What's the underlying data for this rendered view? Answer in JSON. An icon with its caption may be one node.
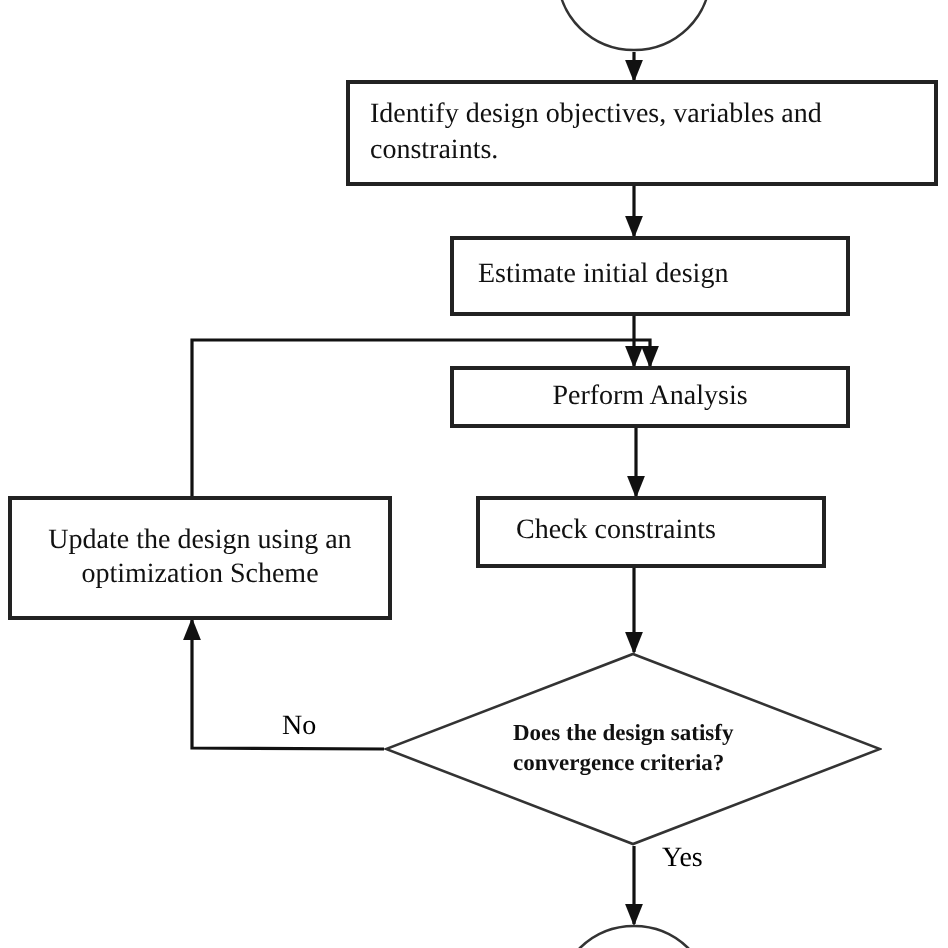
{
  "diagram": {
    "nodes": [
      {
        "text": [],
        "shape": "circle"
      },
      {
        "text": [
          "Identify design objectives, variables and constraints."
        ]
      },
      {
        "text": [
          "Estimate initial design"
        ]
      },
      {
        "text": [
          "Perform Analysis"
        ]
      },
      {
        "text": [
          "Update the design using an optimization Scheme"
        ]
      },
      {
        "text": [
          "Check constraints"
        ]
      },
      {
        "text": [
          "Does the design satisfy convergence criteria?"
        ]
      },
      {
        "text": [],
        "shape": "circle"
      }
    ],
    "edges": [
      {
        "from": 0,
        "to": 1,
        "arrow": "to"
      },
      {
        "from": 1,
        "to": 2,
        "arrow": "to"
      },
      {
        "from": 2,
        "to": 3,
        "arrow": "to"
      },
      {
        "from": 3,
        "to": 5,
        "arrow": "to"
      },
      {
        "from": 5,
        "to": 6,
        "arrow": "to"
      },
      {
        "from": 6,
        "to": 4,
        "label": "No",
        "arrow": "to"
      },
      {
        "from": 4,
        "to": 3,
        "arrow": "to"
      },
      {
        "from": 6,
        "to": 7,
        "label": "Yes",
        "arrow": "to"
      }
    ]
  }
}
